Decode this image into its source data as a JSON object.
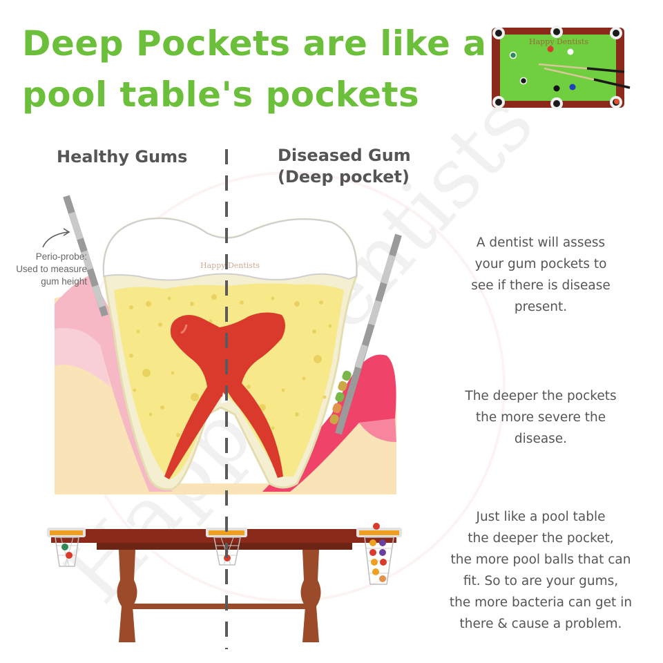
{
  "title": {
    "line1": "Deep Pockets are like a",
    "line2": "pool table's pockets"
  },
  "headings": {
    "healthy": "Healthy Gums",
    "diseased_line1": "Diseased Gum",
    "diseased_line2": "(Deep pocket)"
  },
  "probe_note": {
    "line1": "Perio-probe:",
    "line2": "Used to measure",
    "line3": "gum height"
  },
  "watermark": {
    "tooth_label": "Happy Dentists",
    "table_label": "Happy Dentists",
    "big_text": "Happy Dentists"
  },
  "paragraphs": {
    "assess": [
      "A dentist will assess",
      "your gum pockets to",
      "see if there is disease",
      "present."
    ],
    "severity": [
      "The deeper the pockets",
      "the more severe the",
      "disease."
    ],
    "pool_analogy": [
      "Just like a pool table",
      "the deeper the pocket,",
      "the more pool balls that can",
      "fit. So to are your gums,",
      "the more bacteria can get in",
      "there & cause a problem."
    ]
  },
  "colors": {
    "title_green": "#6cbf3a",
    "text_gray": "#555555",
    "pulp_red": "#d93a2b",
    "dentin_yellow": "#f7e98a",
    "gum_healthy": "#f5b8c4",
    "gum_diseased": "#f0436a",
    "bone": "#fbe3b8",
    "table_felt": "#6fcf3f",
    "table_wood": "#8b2a1a"
  },
  "icons": {
    "probe": "perio-probe-icon",
    "arrow": "curved-arrow-icon",
    "pool_table": "pool-table-icon",
    "cue": "cue-stick-icon"
  }
}
